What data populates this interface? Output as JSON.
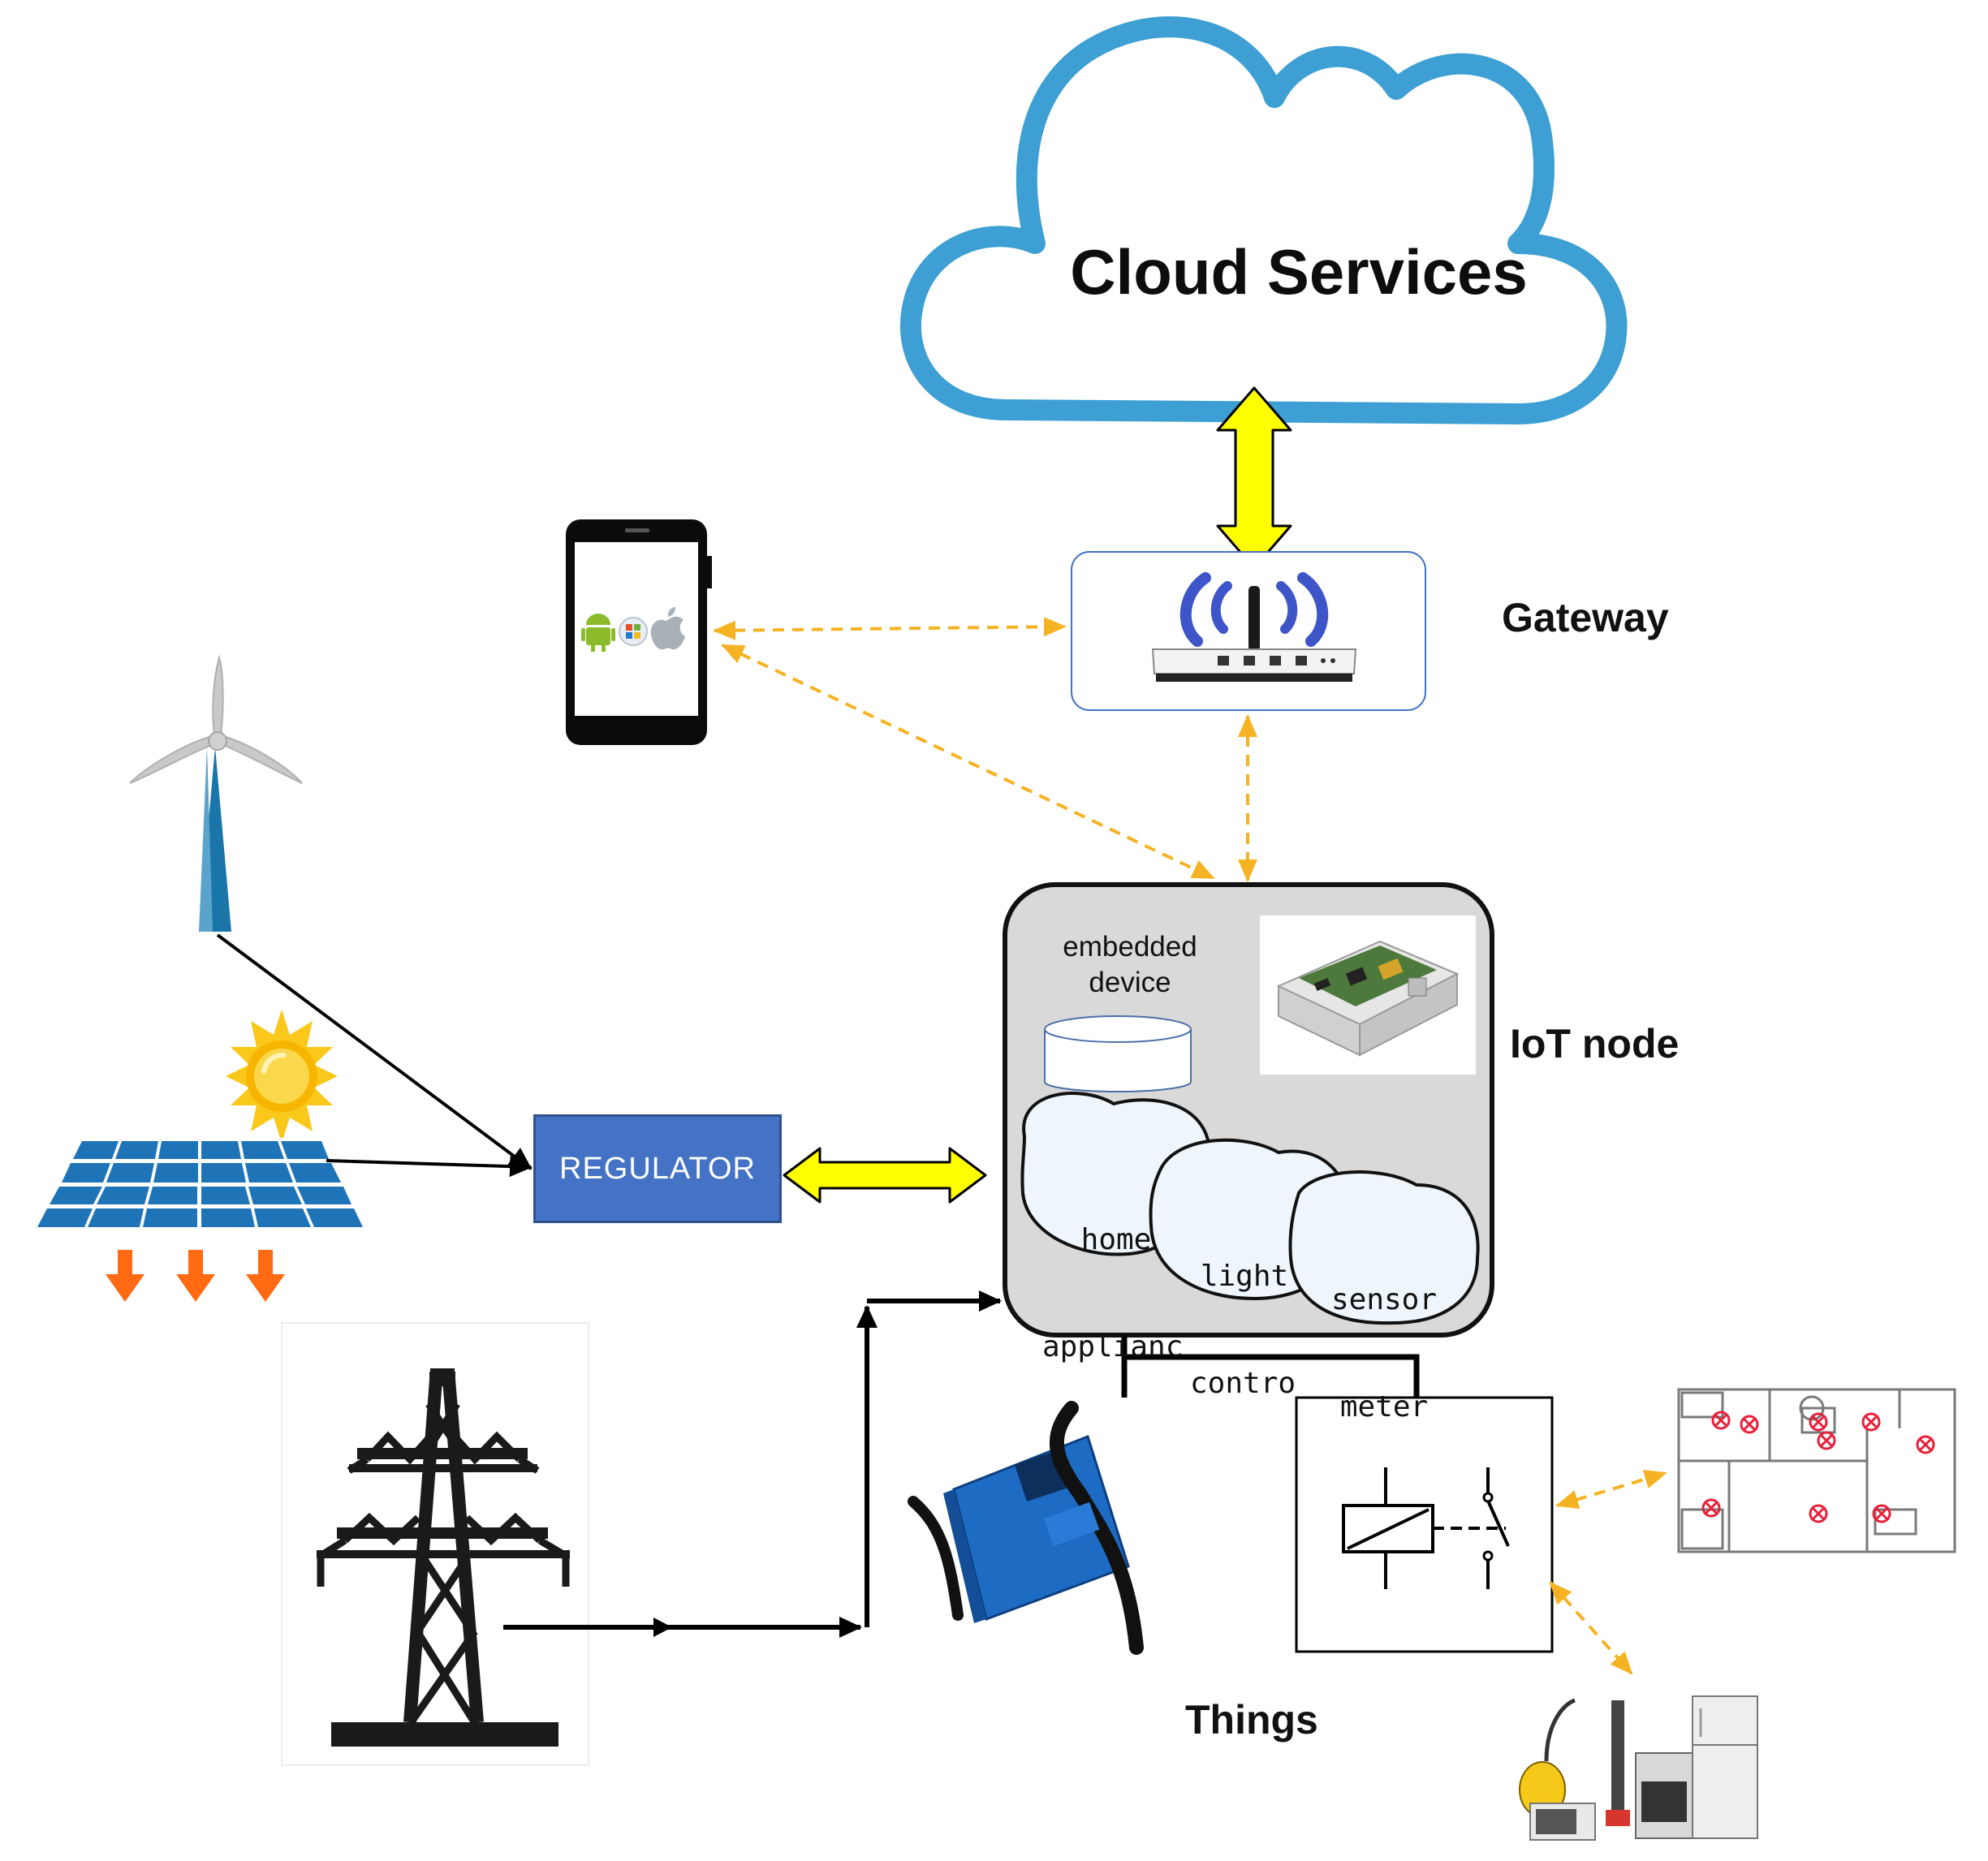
{
  "cloud": {
    "title": "Cloud Services"
  },
  "gateway": {
    "label": "Gateway"
  },
  "iot_node": {
    "label": "IoT node",
    "embedded_label_line1": "embedded",
    "embedded_label_line2": "device",
    "bubbles": [
      {
        "line1": "home",
        "line2": "applianc"
      },
      {
        "line1": "light",
        "line2": "contro"
      },
      {
        "line1": "sensor",
        "line2": "meter"
      }
    ]
  },
  "regulator": {
    "label": "REGULATOR"
  },
  "things": {
    "label": "Things"
  },
  "colors": {
    "cloud_outline": "#3d9fd3",
    "regulator_fill": "#4472c4",
    "double_arrow_fill": "#ffff00",
    "dashed_link": "#f5b323",
    "down_arrow": "#ff6a13",
    "wind_tower": "#1a76a8",
    "solar_panel": "#1f74b8",
    "sun": "#f9c81a"
  }
}
